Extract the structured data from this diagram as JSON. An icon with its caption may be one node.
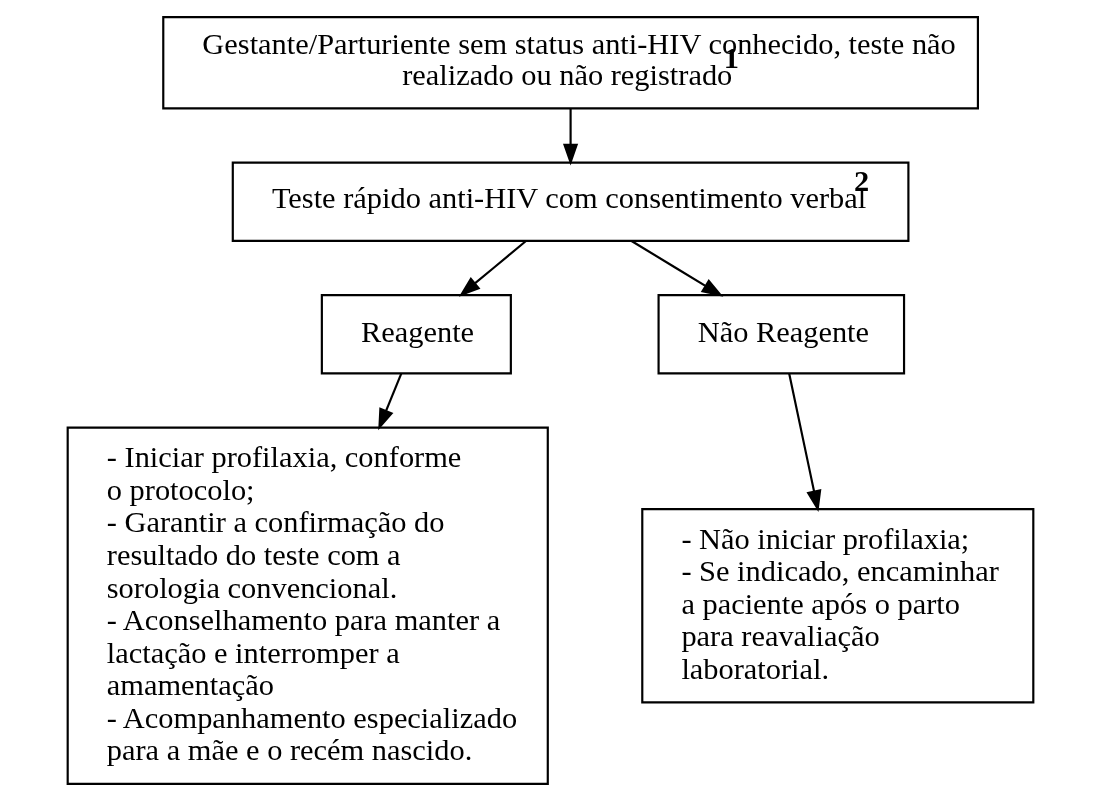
{
  "diagram": {
    "nodes": [
      {
        "text": [
          "Gestante/Parturiente sem status anti-HIV conhecido, teste não realizado ou não registrado$^{1}$"
        ]
      },
      {
        "text": [
          "Teste rápido anti-HIV com consentimento verbal$^{2}$"
        ]
      },
      {
        "text": [
          "Reagente"
        ]
      },
      {
        "text": [
          "Não Reagente"
        ]
      },
      {
        "text": [
          "- Iniciar profilaxia, conforme o protocolo;",
          "- Garantir a confirmação do resultado do teste com a sorologia convencional.",
          "- Aconselhamento para manter a lactação e interromper a amamentação",
          "- Acompanhamento especializado para a mãe e o recém nascido."
        ]
      },
      {
        "text": [
          "- Não iniciar profilaxia;",
          "- Se indicado, encaminhar a paciente após o parto para reavaliação laboratorial."
        ]
      }
    ],
    "edges": [
      {
        "from": 0,
        "to": 1,
        "arrow": "to"
      },
      {
        "from": 1,
        "to": 2,
        "arrow": "to"
      },
      {
        "from": 1,
        "to": 3,
        "arrow": "to"
      },
      {
        "from": 2,
        "to": 4,
        "arrow": "to"
      },
      {
        "from": 3,
        "to": 5,
        "arrow": "to"
      }
    ]
  }
}
